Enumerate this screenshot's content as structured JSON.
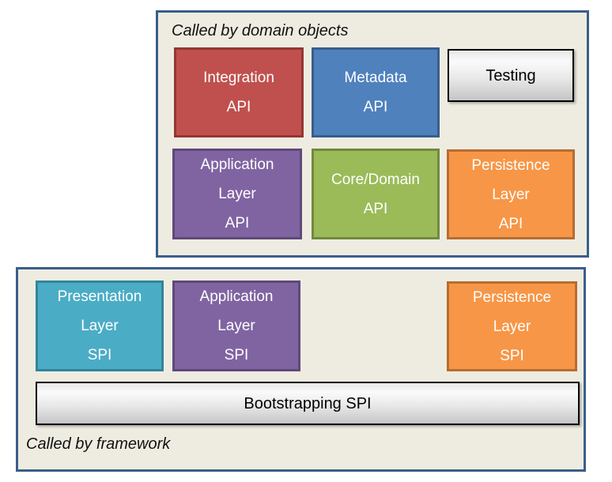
{
  "colors": {
    "page_background": "#FFFFFF",
    "panel_background": "#EEECE1",
    "panel_border": "#3A5E8B",
    "red_fill": "#C0504D",
    "red_border": "#943634",
    "blue_fill": "#4F81BD",
    "blue_border": "#385D8A",
    "green_fill": "#9BBB59",
    "green_border": "#71893F",
    "purple_fill": "#8064A2",
    "purple_border": "#5F497A",
    "teal_fill": "#4BACC6",
    "teal_border": "#31859B",
    "orange_fill": "#F79646",
    "orange_border": "#B66D31",
    "gray_box_border": "#000000",
    "box_text_color": "#FFFFFF",
    "gray_box_text_color": "#000000"
  },
  "top_panel": {
    "title": "Called by domain objects",
    "boxes": {
      "integration_api": {
        "label": "Integration\nAPI",
        "color": "red"
      },
      "metadata_api": {
        "label": "Metadata\nAPI",
        "color": "blue"
      },
      "testing": {
        "label": "Testing",
        "color": "gray-gradient"
      },
      "application_layer_api": {
        "label": "Application\nLayer\nAPI",
        "color": "purple"
      },
      "core_domain_api": {
        "label": "Core/Domain\nAPI",
        "color": "green"
      },
      "persistence_layer_api": {
        "label": "Persistence\nLayer\nAPI",
        "color": "orange"
      }
    }
  },
  "bottom_panel": {
    "title": "Called by framework",
    "boxes": {
      "presentation_layer_spi": {
        "label": "Presentation\nLayer\nSPI",
        "color": "teal"
      },
      "application_layer_spi": {
        "label": "Application\nLayer\nSPI",
        "color": "purple"
      },
      "persistence_layer_spi": {
        "label": "Persistence\nLayer\nSPI",
        "color": "orange"
      },
      "bootstrapping_spi": {
        "label": "Bootstrapping SPI",
        "color": "gray-gradient"
      }
    }
  }
}
